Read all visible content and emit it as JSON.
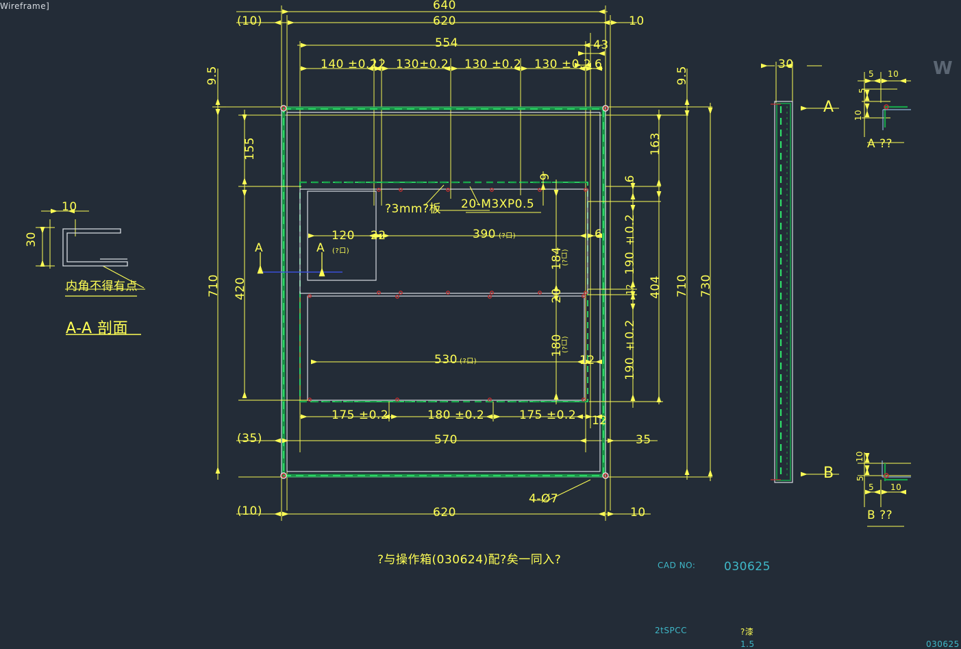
{
  "app": {
    "mode_label": "Wireframe]",
    "background": "#232c37",
    "line_color": "#ffff55",
    "geometry_color": "#d8dde3",
    "green_color": "#17a34a",
    "cyan_color": "#3fb8c8",
    "red_color": "#c03030",
    "blue_color": "#3a4fd8"
  },
  "watermark": {
    "letter": "W"
  },
  "section_detail_left": {
    "dim_width": "10",
    "dim_height": "30",
    "note": "内角不得有点",
    "title": "A-A 剖面"
  },
  "main_view": {
    "top_dims": {
      "overall_640": "640",
      "overall_620": "620",
      "overall_554": "554",
      "left_offset": "(10)",
      "right_offset": "10",
      "right_43": "43",
      "right_6": "6",
      "chain": [
        "140 ±0.2",
        "12",
        "130±0.2",
        "130 ±0.2",
        "130 ±0.2",
        "6"
      ]
    },
    "left_dims": {
      "top_9_5": "9.5",
      "d155": "155",
      "d420": "420",
      "d710": "710",
      "bottom_35": "(35)",
      "bottom_10": "(10)"
    },
    "right_dims": {
      "top_9_5": "9.5",
      "d163": "163",
      "d6": "6",
      "d190a": "190 ±0.2",
      "d12": "12",
      "d190b": "190 ±0.2",
      "d404": "404",
      "d710": "710",
      "d730": "730",
      "d35": "35",
      "bottom_10": "10"
    },
    "inner_dims": {
      "d120": "120",
      "d120_sub": "(?口)",
      "d22": "22",
      "d390": "390",
      "d390_sub": "(?口)",
      "d184": "184",
      "d184_sub": "(?口)",
      "d20": "20",
      "d180": "180",
      "d180_sub": "(?口)",
      "d530": "530",
      "d530_sub": "(?口)",
      "d9": "9",
      "d6_right": "6",
      "d12_a": "12",
      "d12_b": "12"
    },
    "bottom_dims": {
      "chain": [
        "175 ±0.2",
        "180 ±0.2",
        "175 ±0.2",
        "12"
      ],
      "d570": "570",
      "d620": "620"
    },
    "annotations": {
      "plate_note": "?3mm?板",
      "thread_note": "20-M3XP0.5",
      "hole_note": "4-Ø7"
    },
    "section_marks": {
      "a1": "A",
      "a2": "A"
    }
  },
  "side_view": {
    "width_dim": "30",
    "arrow_a": "A",
    "arrow_b": "B"
  },
  "detail_a": {
    "title": "A ??",
    "dims": {
      "top_5": "5",
      "top_10": "10",
      "left_5": "5",
      "left_10": "10"
    }
  },
  "detail_b": {
    "title": "B ??",
    "dims": {
      "left_10": "10",
      "left_5": "5",
      "bot_5": "5",
      "bot_10": "10"
    }
  },
  "footer": {
    "note": "?与操作箱(030624)配?矣一同入?",
    "cad_no_label": "CAD NO:",
    "cad_no_value": "030625",
    "material": "2tSPCC",
    "finish": "?漆",
    "scale": "1.5",
    "drawing_no": "030625"
  }
}
